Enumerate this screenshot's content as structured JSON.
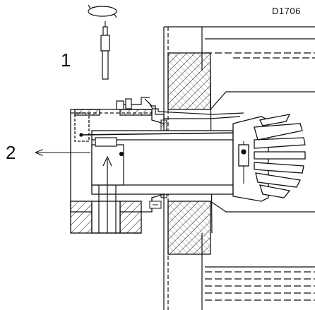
{
  "figure": {
    "code": "D1706",
    "callouts": [
      "1",
      "2"
    ]
  },
  "colors": {
    "line": "#111111",
    "background": "#ffffff"
  },
  "icons": {
    "rotate": "rotate-arrows-icon",
    "withdraw": "left-arrow-icon"
  }
}
